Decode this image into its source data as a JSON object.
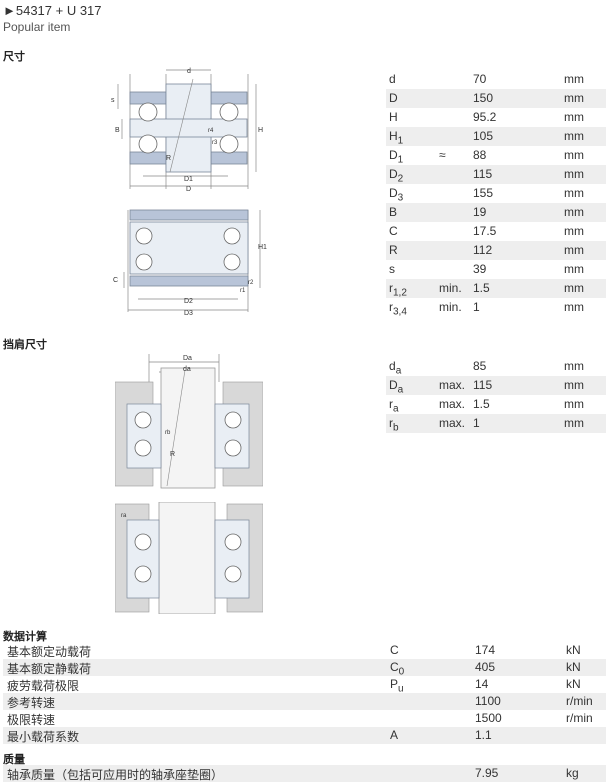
{
  "header": {
    "title": "►54317 + U 317",
    "subtitle": "Popular item"
  },
  "sections": {
    "dimensions": "尺寸",
    "abutment": "挡肩尺寸",
    "calc": "数据计算",
    "mass": "质量"
  },
  "drawing_labels": {
    "d": "d",
    "D": "D",
    "D1": "D1",
    "D2": "D2",
    "D3": "D3",
    "H": "H",
    "H1": "H1",
    "B": "B",
    "C": "C",
    "R": "R",
    "s": "s",
    "r1": "r1",
    "r2": "r2",
    "r3": "r3",
    "r4": "r4",
    "Da": "Da",
    "da": "da",
    "ra": "ra",
    "rb": "rb"
  },
  "dimensions": [
    {
      "sym": "d",
      "sub": "",
      "qual": "",
      "val": "70",
      "unit": "mm"
    },
    {
      "sym": "D",
      "sub": "",
      "qual": "",
      "val": "150",
      "unit": "mm"
    },
    {
      "sym": "H",
      "sub": "",
      "qual": "",
      "val": "95.2",
      "unit": "mm"
    },
    {
      "sym": "H",
      "sub": "1",
      "qual": "",
      "val": "105",
      "unit": "mm"
    },
    {
      "sym": "D",
      "sub": "1",
      "qual": "≈",
      "val": "88",
      "unit": "mm"
    },
    {
      "sym": "D",
      "sub": "2",
      "qual": "",
      "val": "115",
      "unit": "mm"
    },
    {
      "sym": "D",
      "sub": "3",
      "qual": "",
      "val": "155",
      "unit": "mm"
    },
    {
      "sym": "B",
      "sub": "",
      "qual": "",
      "val": "19",
      "unit": "mm"
    },
    {
      "sym": "C",
      "sub": "",
      "qual": "",
      "val": "17.5",
      "unit": "mm"
    },
    {
      "sym": "R",
      "sub": "",
      "qual": "",
      "val": "112",
      "unit": "mm"
    },
    {
      "sym": "s",
      "sub": "",
      "qual": "",
      "val": "39",
      "unit": "mm"
    },
    {
      "sym": "r",
      "sub": "1,2",
      "qual": "min.",
      "val": "1.5",
      "unit": "mm"
    },
    {
      "sym": "r",
      "sub": "3,4",
      "qual": "min.",
      "val": "1",
      "unit": "mm"
    }
  ],
  "abutment": [
    {
      "sym": "d",
      "sub": "a",
      "qual": "",
      "val": "85",
      "unit": "mm"
    },
    {
      "sym": "D",
      "sub": "a",
      "qual": "max.",
      "val": "115",
      "unit": "mm"
    },
    {
      "sym": "r",
      "sub": "a",
      "qual": "max.",
      "val": "1.5",
      "unit": "mm"
    },
    {
      "sym": "r",
      "sub": "b",
      "qual": "max.",
      "val": "1",
      "unit": "mm"
    }
  ],
  "calc": [
    {
      "label": "基本额定动载荷",
      "sym": "C",
      "sub": "",
      "val": "174",
      "unit": "kN"
    },
    {
      "label": "基本额定静载荷",
      "sym": "C",
      "sub": "0",
      "val": "405",
      "unit": "kN"
    },
    {
      "label": "疲劳载荷极限",
      "sym": "P",
      "sub": "u",
      "val": "14",
      "unit": "kN"
    },
    {
      "label": "参考转速",
      "sym": "",
      "sub": "",
      "val": "1100",
      "unit": "r/min"
    },
    {
      "label": "极限转速",
      "sym": "",
      "sub": "",
      "val": "1500",
      "unit": "r/min"
    },
    {
      "label": "最小载荷系数",
      "sym": "A",
      "sub": "",
      "val": "1.1",
      "unit": ""
    }
  ],
  "mass": [
    {
      "label": "轴承质量（包括可应用时的轴承座垫圈）",
      "sym": "",
      "sub": "",
      "val": "7.95",
      "unit": "kg"
    }
  ]
}
